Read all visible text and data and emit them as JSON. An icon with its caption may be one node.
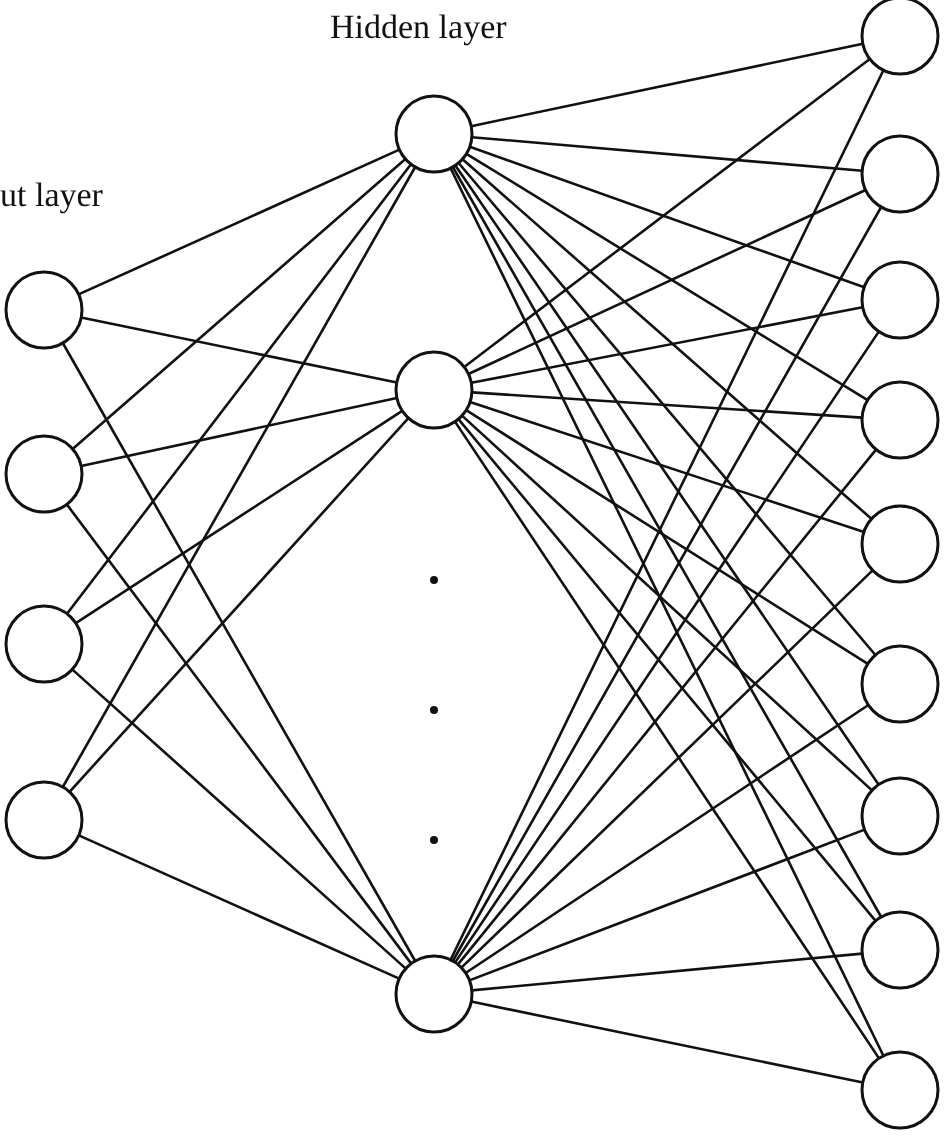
{
  "diagram": {
    "nodes": [
      {
        "text": [],
        "shape": "circle"
      },
      {
        "text": [],
        "shape": "circle"
      },
      {
        "text": [],
        "shape": "circle"
      },
      {
        "text": [],
        "shape": "circle"
      },
      {
        "text": [],
        "shape": "circle"
      },
      {
        "text": [],
        "shape": "circle"
      },
      {
        "text": [],
        "shape": "circle"
      },
      {
        "text": [],
        "shape": "circle"
      },
      {
        "text": [],
        "shape": "circle"
      },
      {
        "text": [],
        "shape": "circle"
      },
      {
        "text": [],
        "shape": "circle"
      },
      {
        "text": [],
        "shape": "circle"
      },
      {
        "text": [],
        "shape": "circle"
      },
      {
        "text": [],
        "shape": "circle"
      },
      {
        "text": [],
        "shape": "circle"
      },
      {
        "text": [],
        "shape": "circle"
      }
    ],
    "edges": [
      {
        "from": 0,
        "to": 4,
        "arrow": "none"
      },
      {
        "from": 0,
        "to": 5,
        "arrow": "none"
      },
      {
        "from": 0,
        "to": 6,
        "arrow": "none"
      },
      {
        "from": 1,
        "to": 4,
        "arrow": "none"
      },
      {
        "from": 1,
        "to": 5,
        "arrow": "none"
      },
      {
        "from": 1,
        "to": 6,
        "arrow": "none"
      },
      {
        "from": 2,
        "to": 4,
        "arrow": "none"
      },
      {
        "from": 2,
        "to": 5,
        "arrow": "none"
      },
      {
        "from": 2,
        "to": 6,
        "arrow": "none"
      },
      {
        "from": 3,
        "to": 4,
        "arrow": "none"
      },
      {
        "from": 3,
        "to": 5,
        "arrow": "none"
      },
      {
        "from": 3,
        "to": 6,
        "arrow": "none"
      },
      {
        "from": 4,
        "to": 7,
        "arrow": "none"
      },
      {
        "from": 4,
        "to": 8,
        "arrow": "none"
      },
      {
        "from": 4,
        "to": 9,
        "arrow": "none"
      },
      {
        "from": 4,
        "to": 10,
        "arrow": "none"
      },
      {
        "from": 4,
        "to": 11,
        "arrow": "none"
      },
      {
        "from": 4,
        "to": 12,
        "arrow": "none"
      },
      {
        "from": 4,
        "to": 13,
        "arrow": "none"
      },
      {
        "from": 4,
        "to": 14,
        "arrow": "none"
      },
      {
        "from": 4,
        "to": 15,
        "arrow": "none"
      },
      {
        "from": 5,
        "to": 7,
        "arrow": "none"
      },
      {
        "from": 5,
        "to": 8,
        "arrow": "none"
      },
      {
        "from": 5,
        "to": 9,
        "arrow": "none"
      },
      {
        "from": 5,
        "to": 10,
        "arrow": "none"
      },
      {
        "from": 5,
        "to": 11,
        "arrow": "none"
      },
      {
        "from": 5,
        "to": 12,
        "arrow": "none"
      },
      {
        "from": 5,
        "to": 13,
        "arrow": "none"
      },
      {
        "from": 5,
        "to": 14,
        "arrow": "none"
      },
      {
        "from": 5,
        "to": 15,
        "arrow": "none"
      },
      {
        "from": 6,
        "to": 7,
        "arrow": "none"
      },
      {
        "from": 6,
        "to": 8,
        "arrow": "none"
      },
      {
        "from": 6,
        "to": 9,
        "arrow": "none"
      },
      {
        "from": 6,
        "to": 10,
        "arrow": "none"
      },
      {
        "from": 6,
        "to": 11,
        "arrow": "none"
      },
      {
        "from": 6,
        "to": 12,
        "arrow": "none"
      },
      {
        "from": 6,
        "to": 13,
        "arrow": "none"
      },
      {
        "from": 6,
        "to": 14,
        "arrow": "none"
      },
      {
        "from": 6,
        "to": 15,
        "arrow": "none"
      }
    ],
    "labels": [
      "ut layer",
      "Hidden layer"
    ]
  }
}
